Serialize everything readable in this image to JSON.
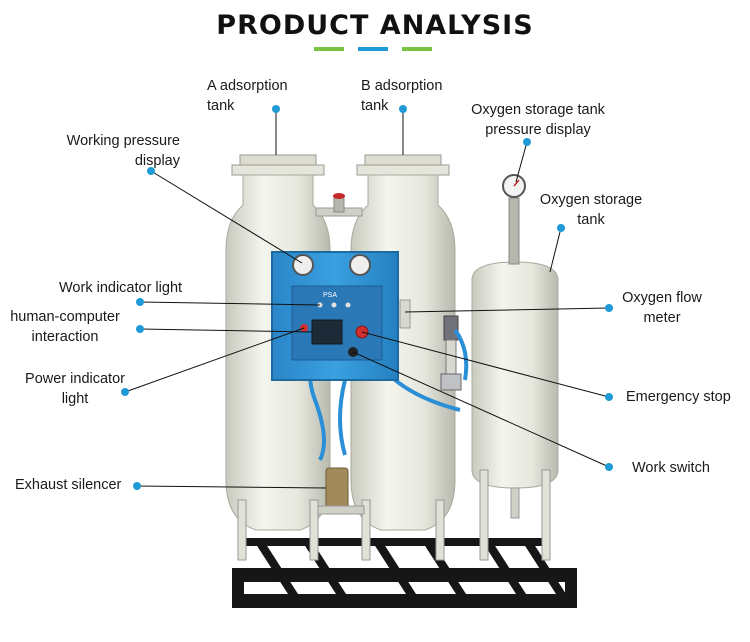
{
  "title": "PRODUCT ANALYSIS",
  "colors": {
    "dash_left": "#7cc242",
    "dash_mid": "#1e9ad6",
    "dash_right": "#7cc242",
    "marker_dot": "#1e9ad6",
    "leader_line": "#111111",
    "tank_body": "#e9eae1",
    "control_panel": "#2f93d6",
    "frame": "#111111"
  },
  "callouts": {
    "a_adsorption_tank": [
      "A adsorption",
      "tank"
    ],
    "b_adsorption_tank": [
      "B adsorption",
      "tank"
    ],
    "oxygen_storage_tank_pressure_display": [
      "Oxygen storage tank",
      "pressure display"
    ],
    "working_pressure_display": [
      "Working pressure",
      "display"
    ],
    "oxygen_storage_tank": [
      "Oxygen storage",
      "tank"
    ],
    "work_indicator_light": [
      "Work indicator light"
    ],
    "human_computer_interaction": [
      "human-computer",
      "interaction"
    ],
    "oxygen_flow_meter": [
      "Oxygen flow",
      "meter"
    ],
    "power_indicator_light": [
      "Power indicator",
      "light"
    ],
    "emergency_stop": [
      "Emergency stop"
    ],
    "work_switch": [
      "Work switch"
    ],
    "exhaust_silencer": [
      "Exhaust silencer"
    ]
  },
  "panel_label": "PSA"
}
